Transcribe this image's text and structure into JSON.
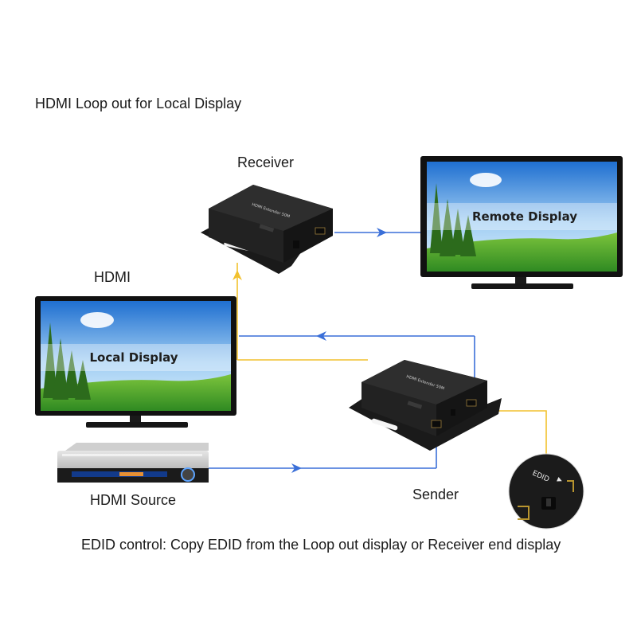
{
  "title": "HDMI Loop out for Local Display",
  "labels": {
    "receiver": "Receiver",
    "hdmi": "HDMI",
    "sender": "Sender",
    "hdmi_source": "HDMI Source",
    "remote_display": "Remote Display",
    "local_display": "Local Display",
    "edid_badge": "EDID",
    "device_model": "HDMI Extender 50M"
  },
  "caption": "EDID control: Copy EDID from the Loop out display or Receiver end display",
  "colors": {
    "blue_signal": "#3a6fd8",
    "yellow_signal": "#f2c12e",
    "device_body": "#1c1c1c",
    "sky": "#2f7fd8",
    "grass": "#3f9a2a"
  }
}
